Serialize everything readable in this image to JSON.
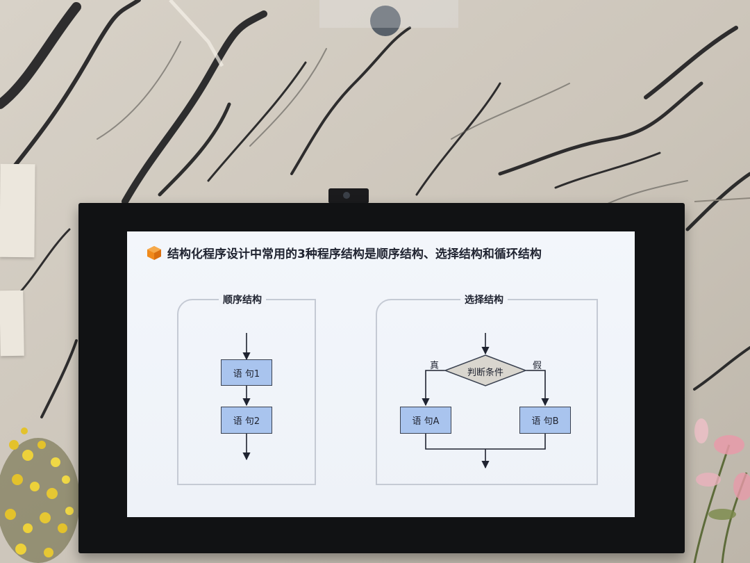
{
  "slide": {
    "title": "结构化程序设计中常用的3种程序结构是顺序结构、选择结构和循环结构",
    "sequence_panel": {
      "title": "顺序结构",
      "statement_1": "语 句1",
      "statement_2": "语 句2"
    },
    "selection_panel": {
      "title": "选择结构",
      "condition": "判断条件",
      "true_label": "真",
      "false_label": "假",
      "statement_a": "语 句A",
      "statement_b": "语 句B"
    }
  },
  "colors": {
    "box_fill": "#a9c4ee",
    "diamond_fill": "#d9d6cf",
    "icon_orange": "#f08a1c",
    "tv_bezel": "#111214"
  }
}
